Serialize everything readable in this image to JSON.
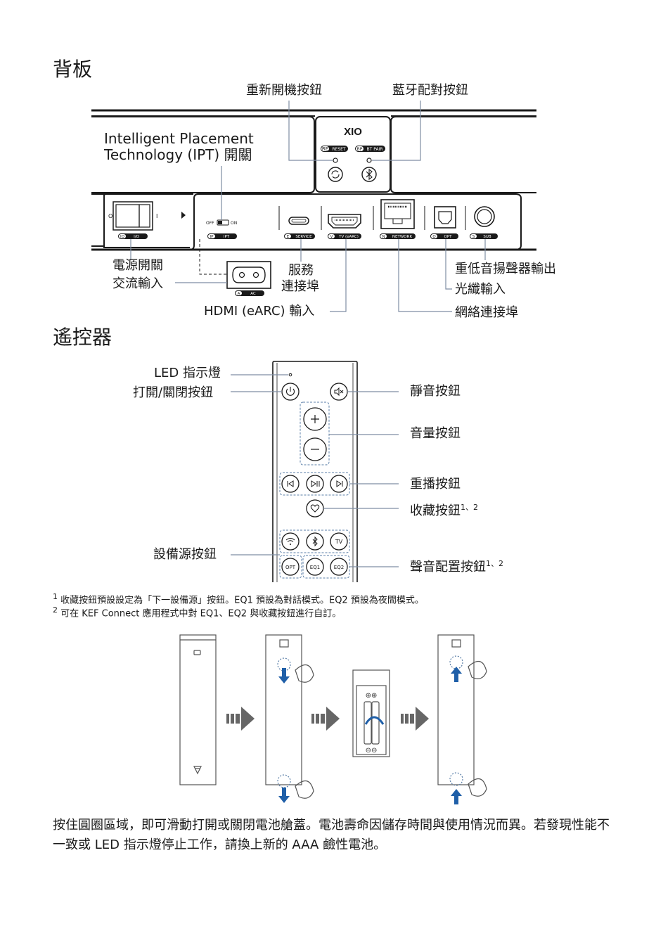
{
  "back_panel": {
    "title": "背板",
    "restart_button": "重新開機按鈕",
    "bt_pair_button": "藍牙配對按鈕",
    "ipt_switch_line1": "Intelligent Placement",
    "ipt_switch_line2": "Technology (IPT) 開關",
    "power_switch": "電源開關",
    "ac_input": "交流輸入",
    "service_line1": "服務",
    "service_line2": "連接埠",
    "hdmi": "HDMI (eARC) 輸入",
    "sub_out": "重低音揚聲器輸出",
    "optical": "光纖輸入",
    "network": "網絡連接埠",
    "logo": "XIO",
    "port_labels": {
      "reset_tag": "RE",
      "reset": "RESET",
      "btpair_tag": "BP",
      "btpair": "BT PAIR",
      "io_tag": "IO",
      "io": "I/O",
      "ip_tag": "IP",
      "ip": "IPT",
      "off": "OFF",
      "on": "ON",
      "service_tag": "E",
      "service": "SERVICE",
      "tv_tag": "V",
      "tv": "TV (eARC)",
      "net_tag": "N",
      "net": "NETWORK",
      "opt_tag": "O",
      "opt": "OPT",
      "sub_tag": "S",
      "sub": "SUB",
      "ac_tag": "A",
      "ac": "AC",
      "switch_off": "O",
      "switch_on": "I"
    }
  },
  "remote": {
    "title": "遙控器",
    "led": "LED 指示燈",
    "power": "打開/關閉按鈕",
    "mute": "靜音按鈕",
    "volume": "音量按鈕",
    "playback": "重播按鈕",
    "favorite": "收藏按鈕",
    "favorite_sup": "1、2",
    "source": "設備源按鈕",
    "sound_profile": "聲音配置按鈕",
    "sound_profile_sup": "1、2",
    "btn_tv": "TV",
    "btn_opt": "OPT",
    "btn_eq1": "EQ1",
    "btn_eq2": "EQ2"
  },
  "footnotes": {
    "n1_mark": "1",
    "n1": "收藏按鈕預設設定為「下一設備源」按鈕。EQ1 預設為對話模式。EQ2 預設為夜間模式。",
    "n2_mark": "2",
    "n2": "可在 KEF Connect 應用程式中對 EQ1、EQ2 與收藏按鈕進行自訂。"
  },
  "battery": {
    "instructions": "按住圓圈區域，即可滑動打開或關閉電池艙蓋。電池壽命因儲存時間與使用情況而異。若發現性能不一致或 LED 指示燈停止工作，請換上新的 AAA 鹼性電池。",
    "plus": "⊕⊕",
    "minus": "⊖⊖"
  },
  "colors": {
    "line": "#1a1a1a",
    "callout": "#7f8ea3",
    "dash": "#5b7fa8",
    "arrow_blue": "#1f5fa8",
    "arrow_grey": "#666666"
  }
}
